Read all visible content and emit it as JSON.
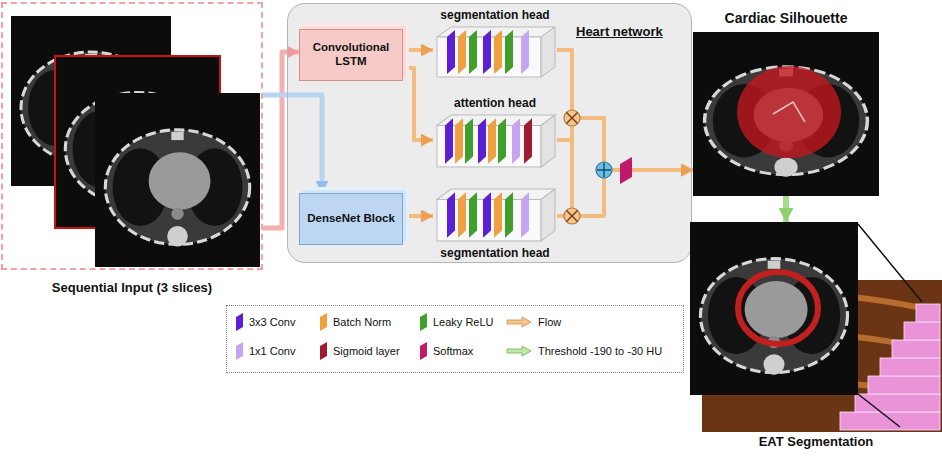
{
  "diagram": {
    "nodes": [
      {
        "text": [
          "Sequential Input (3 slices)"
        ]
      },
      {
        "text": [
          "Heart network"
        ]
      },
      {
        "text": [
          "Convolutional LSTM"
        ],
        "in": 1
      },
      {
        "text": [
          "segmentation head"
        ],
        "in": 1
      },
      {
        "text": [
          "attention head"
        ],
        "in": 1
      },
      {
        "text": [
          "DenseNet Block"
        ],
        "in": 1
      },
      {
        "text": [
          "segmentation head"
        ],
        "in": 1
      },
      {
        "text": [
          "Cardiac Silhouette"
        ]
      },
      {
        "text": [
          "EAT Segmentation"
        ]
      }
    ],
    "edges": [
      {
        "from": 0,
        "to": 2,
        "arrow": "to"
      },
      {
        "from": 0,
        "to": 5,
        "arrow": "to"
      },
      {
        "from": 2,
        "to": 3,
        "arrow": "to"
      },
      {
        "from": 2,
        "to": 4,
        "arrow": "to"
      },
      {
        "from": 5,
        "to": 6,
        "arrow": "to"
      },
      {
        "from": 3,
        "to": 7,
        "arrow": "to"
      },
      {
        "from": 4,
        "to": 7,
        "arrow": "to"
      },
      {
        "from": 6,
        "to": 7,
        "arrow": "to"
      },
      {
        "from": 7,
        "to": 8,
        "arrow": "to"
      }
    ],
    "legend": [
      {
        "text": "3x3 Conv",
        "color": "#5b1fd6"
      },
      {
        "text": "Batch Norm",
        "color": "#f0a040"
      },
      {
        "text": "Leaky ReLU",
        "color": "#3f9f2a"
      },
      {
        "text": "Flow"
      },
      {
        "text": "1x1 Conv",
        "color": "#c7a4f2"
      },
      {
        "text": "Sigmoid layer",
        "color": "#9e1b32"
      },
      {
        "text": "Softmax",
        "color": "#c0186a"
      },
      {
        "text": "Threshold -190 to -30 HU"
      }
    ]
  }
}
